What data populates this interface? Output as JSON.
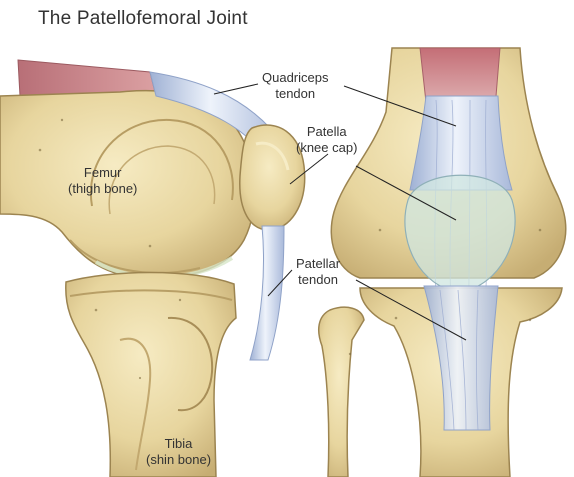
{
  "title": "The Patellofemoral Joint",
  "labels": {
    "quadriceps": {
      "line1": "Quadriceps",
      "line2": "tendon"
    },
    "patella": {
      "line1": "Patella",
      "line2": "(knee cap)"
    },
    "femur": {
      "line1": "Femur",
      "line2": "(thigh bone)"
    },
    "patellar": {
      "line1": "Patellar",
      "line2": "tendon"
    },
    "tibia": {
      "line1": "Tibia",
      "line2": "(shin bone)"
    }
  },
  "colors": {
    "bone": "#e9d9a6",
    "bone_shadow": "#c9b27a",
    "bone_outline": "#9c8450",
    "tendon": "#d8e2f2",
    "tendon_edge": "#8fa2c8",
    "muscle": "#c4848a",
    "cartilage": "#cfe6e0",
    "leader": "#222222"
  }
}
